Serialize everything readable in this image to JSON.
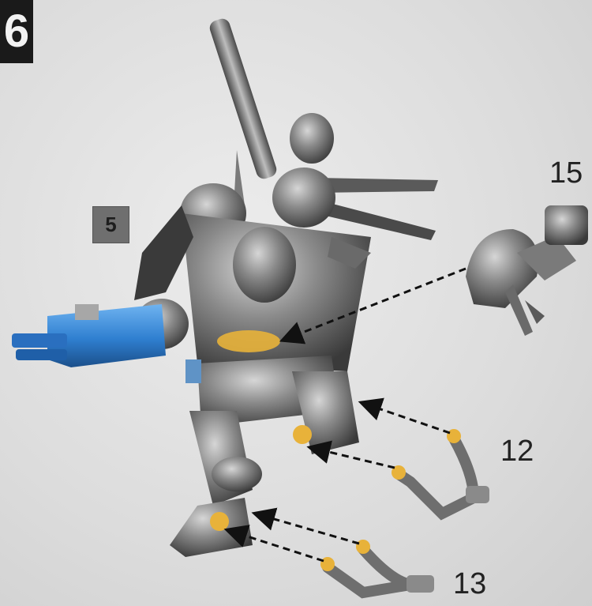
{
  "step": {
    "number": "6"
  },
  "part_tag": {
    "label": "5"
  },
  "callouts": {
    "part_15": "15",
    "part_12": "12",
    "part_13": "13"
  },
  "colors": {
    "armor": "#7a7a7a",
    "armor_dark": "#3c3c3c",
    "weapon_blue": "#2f7fd0",
    "joint_yellow": "#e8b23a",
    "badge_bg": "#1a1a1a",
    "tag_bg": "#6f6f6f"
  },
  "icons": [
    "figure-illustration",
    "arrow-icon"
  ]
}
